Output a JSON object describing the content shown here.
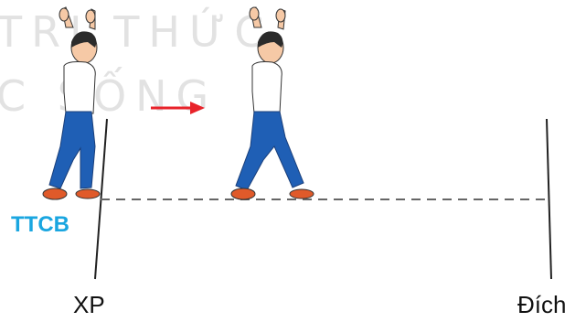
{
  "labels": {
    "start_position": "TTCB",
    "start_line": "XP",
    "finish_line": "Đích"
  },
  "watermark": {
    "line1": "TRI THỨC",
    "line2": "C SỐNG"
  },
  "colors": {
    "start_position_label": "#1aa6e0",
    "arrow": "#e8232a",
    "shirt": "#ffffff",
    "pants": "#1f5fb5",
    "shoes": "#e05a2a",
    "skin": "#f6c9a6",
    "hair": "#2b2b2b"
  },
  "icons": {
    "figures": "boy-walking-arms-raised",
    "direction": "right-arrow"
  }
}
